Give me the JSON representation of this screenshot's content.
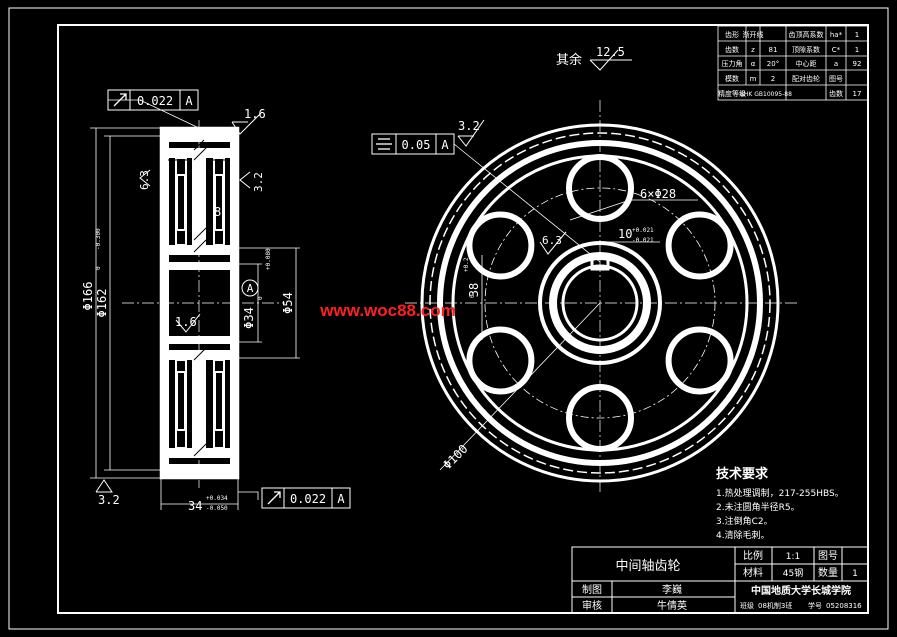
{
  "side_view": {
    "runout_tol_value": "0.022",
    "runout_datum": "A",
    "rough_top": "1.6",
    "rough_left": "6.3",
    "rough_right": "3.2",
    "rib_thickness": "8",
    "datum_label": "A",
    "bore_dim": "Φ34",
    "bore_tol_upper": "+0.080",
    "bore_tol_lower": "0",
    "hub_dim": "Φ54",
    "od_dim": "Φ166",
    "od_tol_upper": "0",
    "od_tol_lower": "-0.300",
    "root_dim": "Φ162",
    "rough_hub": "1.6",
    "rough_bottom": "3.2",
    "width_dim": "34",
    "width_tol_upper": "+0.034",
    "width_tol_lower": "-0.050",
    "runout_tol_bottom_value": "0.022",
    "runout_tol_bottom_datum": "A"
  },
  "front_view": {
    "rough_other_label": "其余",
    "rough_other_value": "12.5",
    "sym_tol_value": "0.05",
    "sym_tol_datum": "A",
    "rough_hole": "3.2",
    "holes_dim": "6×Φ28",
    "keyway_dim": "10",
    "keyway_tol_upper": "+0.021",
    "keyway_tol_lower": "-0.021",
    "rough_key": "6.3",
    "key_depth_dim": "38",
    "key_depth_tol_upper": "+0.2",
    "key_depth_tol_lower": "0",
    "pitch_circle_dim": "Φ100"
  },
  "gear_table": {
    "rows": [
      [
        "齿形",
        "渐开线",
        "齿顶高系数",
        "ha*",
        "1"
      ],
      [
        "齿数",
        "z",
        "81",
        "顶隙系数",
        "C*",
        "1"
      ],
      [
        "压力角",
        "α",
        "20°",
        "中心距",
        "a",
        "92"
      ],
      [
        "模数",
        "m",
        "2",
        "配对齿轮",
        "图号",
        ""
      ],
      [
        "精度等级",
        "8HK GB10095-88",
        "",
        "",
        "齿数",
        "17"
      ]
    ]
  },
  "tech_requirements": {
    "title": "技术要求",
    "items": [
      "1.热处理调制，217-255HBS。",
      "2.未注圆角半径R5。",
      "3.注倒角C2。",
      "4.清除毛刺。"
    ]
  },
  "title_block": {
    "part_name": "中间轴齿轮",
    "scale_label": "比例",
    "scale_value": "1:1",
    "drawing_no_label": "图号",
    "material_label": "材料",
    "material_value": "45钢",
    "qty_label": "数量",
    "qty_value": "1",
    "drawn_label": "制图",
    "drawn_name": "李巍",
    "checked_label": "审核",
    "checked_name": "牛倩英",
    "school": "中国地质大学长城学院",
    "class_label": "班级",
    "class_value": "08机制3班",
    "student_no_label": "学号",
    "student_no_value": "05208316"
  },
  "watermark": "www.woc88.com"
}
